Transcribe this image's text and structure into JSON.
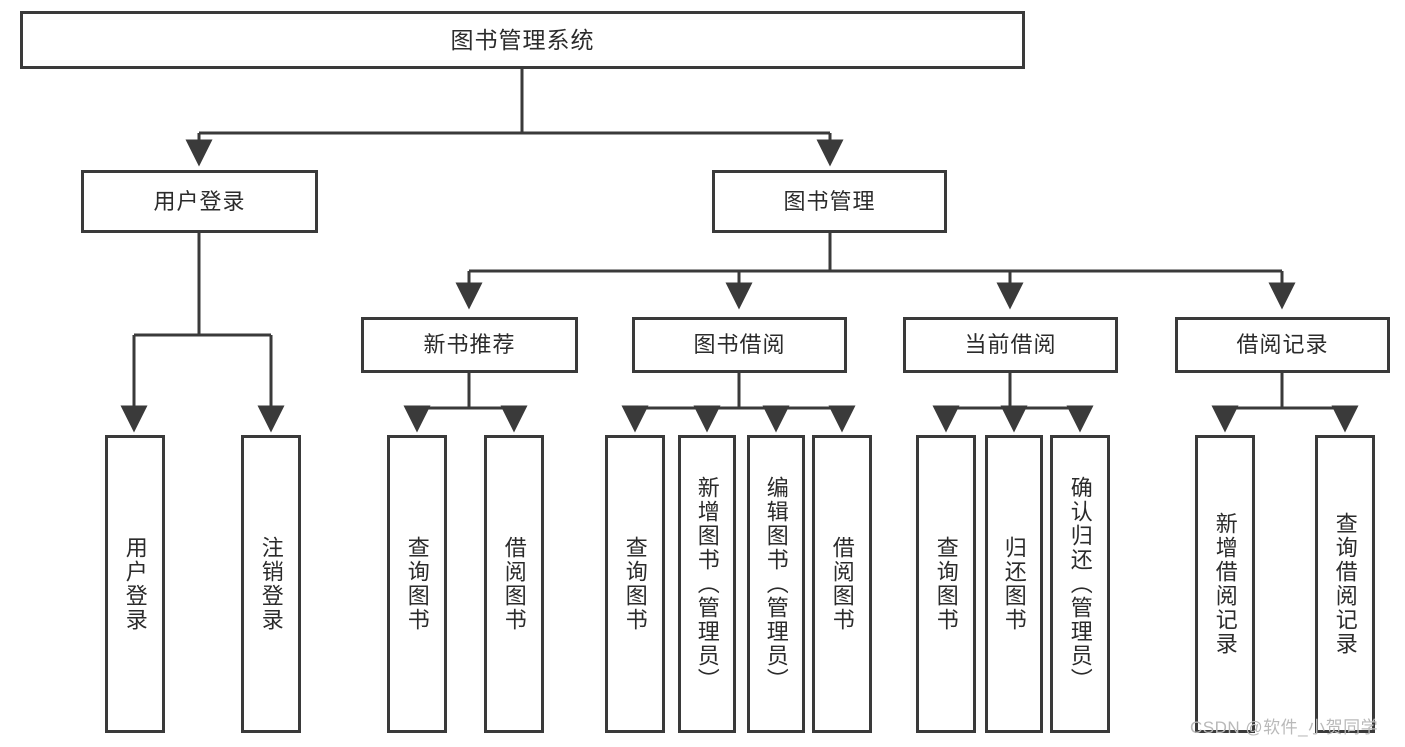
{
  "title": "图书管理系统",
  "diagram": {
    "type": "tree",
    "orientation": "top-down",
    "root": {
      "label": "图书管理系统"
    },
    "level1": [
      {
        "label": "用户登录"
      },
      {
        "label": "图书管理"
      }
    ],
    "level2": [
      {
        "label": "新书推荐"
      },
      {
        "label": "图书借阅"
      },
      {
        "label": "当前借阅"
      },
      {
        "label": "借阅记录"
      }
    ],
    "leaves": {
      "user_login": [
        {
          "label": "用户登录"
        },
        {
          "label": "注销登录"
        }
      ],
      "new_book_recommend": [
        {
          "label": "查询图书"
        },
        {
          "label": "借阅图书"
        }
      ],
      "book_borrow": [
        {
          "label": "查询图书"
        },
        {
          "label": "新增图书（管理员）"
        },
        {
          "label": "编辑图书（管理员）"
        },
        {
          "label": "借阅图书"
        }
      ],
      "current_borrow": [
        {
          "label": "查询图书"
        },
        {
          "label": "归还图书"
        },
        {
          "label": "确认归还（管理员）"
        }
      ],
      "borrow_record": [
        {
          "label": "新增借阅记录"
        },
        {
          "label": "查询借阅记录"
        }
      ]
    }
  },
  "watermark": {
    "text": "CSDN @软件_小贺同学"
  },
  "colors": {
    "border": "#3a3a3a",
    "text": "#2b2b2b",
    "background": "#ffffff",
    "watermark": "#b9b9b9"
  }
}
